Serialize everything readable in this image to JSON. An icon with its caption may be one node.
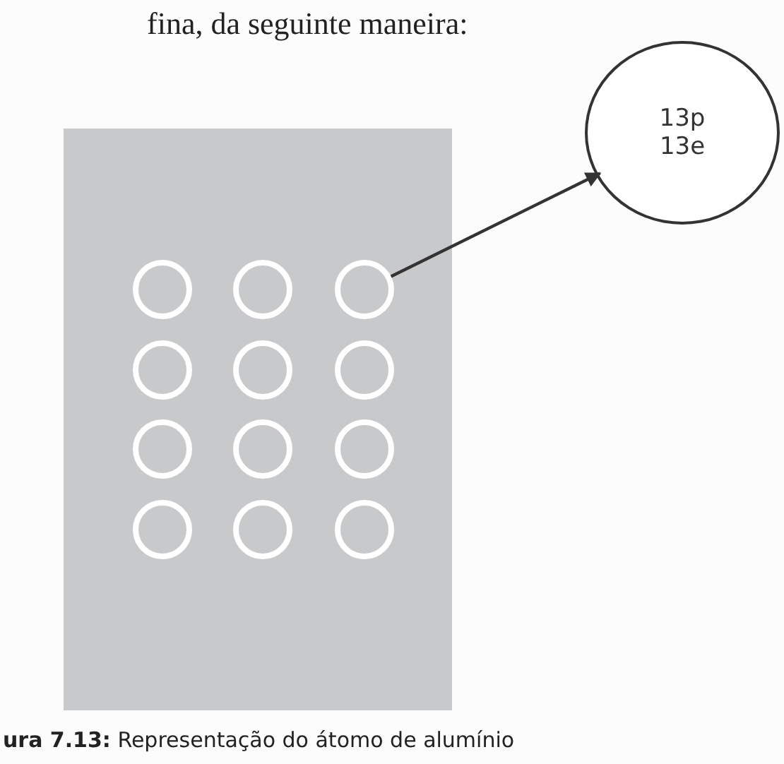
{
  "diagram": {
    "caption": "**ura 7.13:** Representação do átomo de alumínio",
    "nodes": [
      {
        "text": [],
        "shape": "box"
      },
      {
        "text": [],
        "shape": "circle",
        "in": 0
      },
      {
        "text": [],
        "shape": "circle",
        "in": 0
      },
      {
        "text": [],
        "shape": "circle",
        "in": 0
      },
      {
        "text": [],
        "shape": "circle",
        "in": 0
      },
      {
        "text": [],
        "shape": "circle",
        "in": 0
      },
      {
        "text": [],
        "shape": "circle",
        "in": 0
      },
      {
        "text": [],
        "shape": "circle",
        "in": 0
      },
      {
        "text": [],
        "shape": "circle",
        "in": 0
      },
      {
        "text": [],
        "shape": "circle",
        "in": 0
      },
      {
        "text": [],
        "shape": "circle",
        "in": 0
      },
      {
        "text": [],
        "shape": "circle",
        "in": 0
      },
      {
        "text": [],
        "shape": "circle",
        "in": 0
      },
      {
        "text": [
          "13p 13e"
        ]
      }
    ],
    "edges": [
      {
        "from": 3,
        "to": 13,
        "arrow": "to"
      }
    ],
    "labels": [
      "fina, da seguinte maneira:"
    ]
  }
}
